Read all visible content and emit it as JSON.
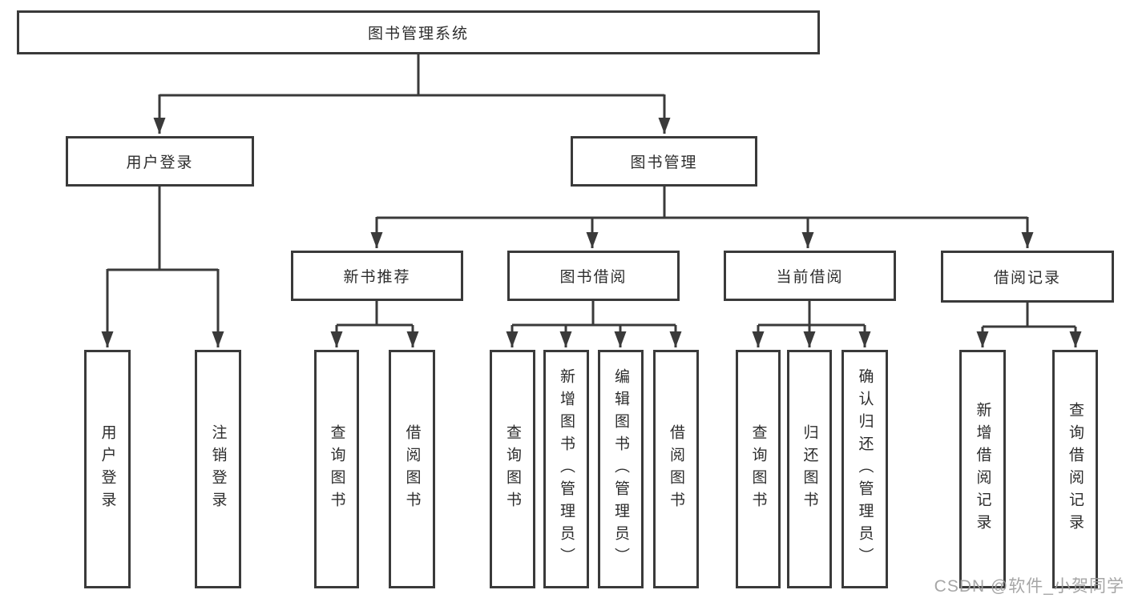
{
  "diagram": {
    "nodes": {
      "root": {
        "label": "图书管理系统"
      },
      "user_login": {
        "label": "用户登录"
      },
      "book_mgmt": {
        "label": "图书管理"
      },
      "new_book_rec": {
        "label": "新书推荐"
      },
      "book_borrow": {
        "label": "图书借阅"
      },
      "current_borrow": {
        "label": "当前借阅"
      },
      "borrow_record": {
        "label": "借阅记录"
      }
    },
    "leaves": [
      {
        "label": "用户登录",
        "parent": "用户登录"
      },
      {
        "label": "注销登录",
        "parent": "用户登录"
      },
      {
        "label": "查询图书",
        "parent": "新书推荐"
      },
      {
        "label": "借阅图书",
        "parent": "新书推荐"
      },
      {
        "label": "查询图书",
        "parent": "图书借阅"
      },
      {
        "label": "新增图书（管理员）",
        "parent": "图书借阅"
      },
      {
        "label": "编辑图书（管理员）",
        "parent": "图书借阅"
      },
      {
        "label": "借阅图书",
        "parent": "图书借阅"
      },
      {
        "label": "查询图书",
        "parent": "当前借阅"
      },
      {
        "label": "归还图书",
        "parent": "当前借阅"
      },
      {
        "label": "确认归还（管理员）",
        "parent": "当前借阅"
      },
      {
        "label": "新增借阅记录",
        "parent": "借阅记录"
      },
      {
        "label": "查询借阅记录",
        "parent": "借阅记录"
      }
    ],
    "edges": [
      [
        "图书管理系统",
        "用户登录"
      ],
      [
        "图书管理系统",
        "图书管理"
      ],
      [
        "图书管理",
        "新书推荐"
      ],
      [
        "图书管理",
        "图书借阅"
      ],
      [
        "图书管理",
        "当前借阅"
      ],
      [
        "图书管理",
        "借阅记录"
      ]
    ]
  },
  "watermark": {
    "text": "CSDN @软件_小贺同学"
  },
  "colors": {
    "line": "#3a3a3a",
    "box_border": "#3a3a3a",
    "box_fill": "#ffffff",
    "text": "#2d2d2d",
    "watermark": "#9e9e9e",
    "background": "#ffffff"
  }
}
